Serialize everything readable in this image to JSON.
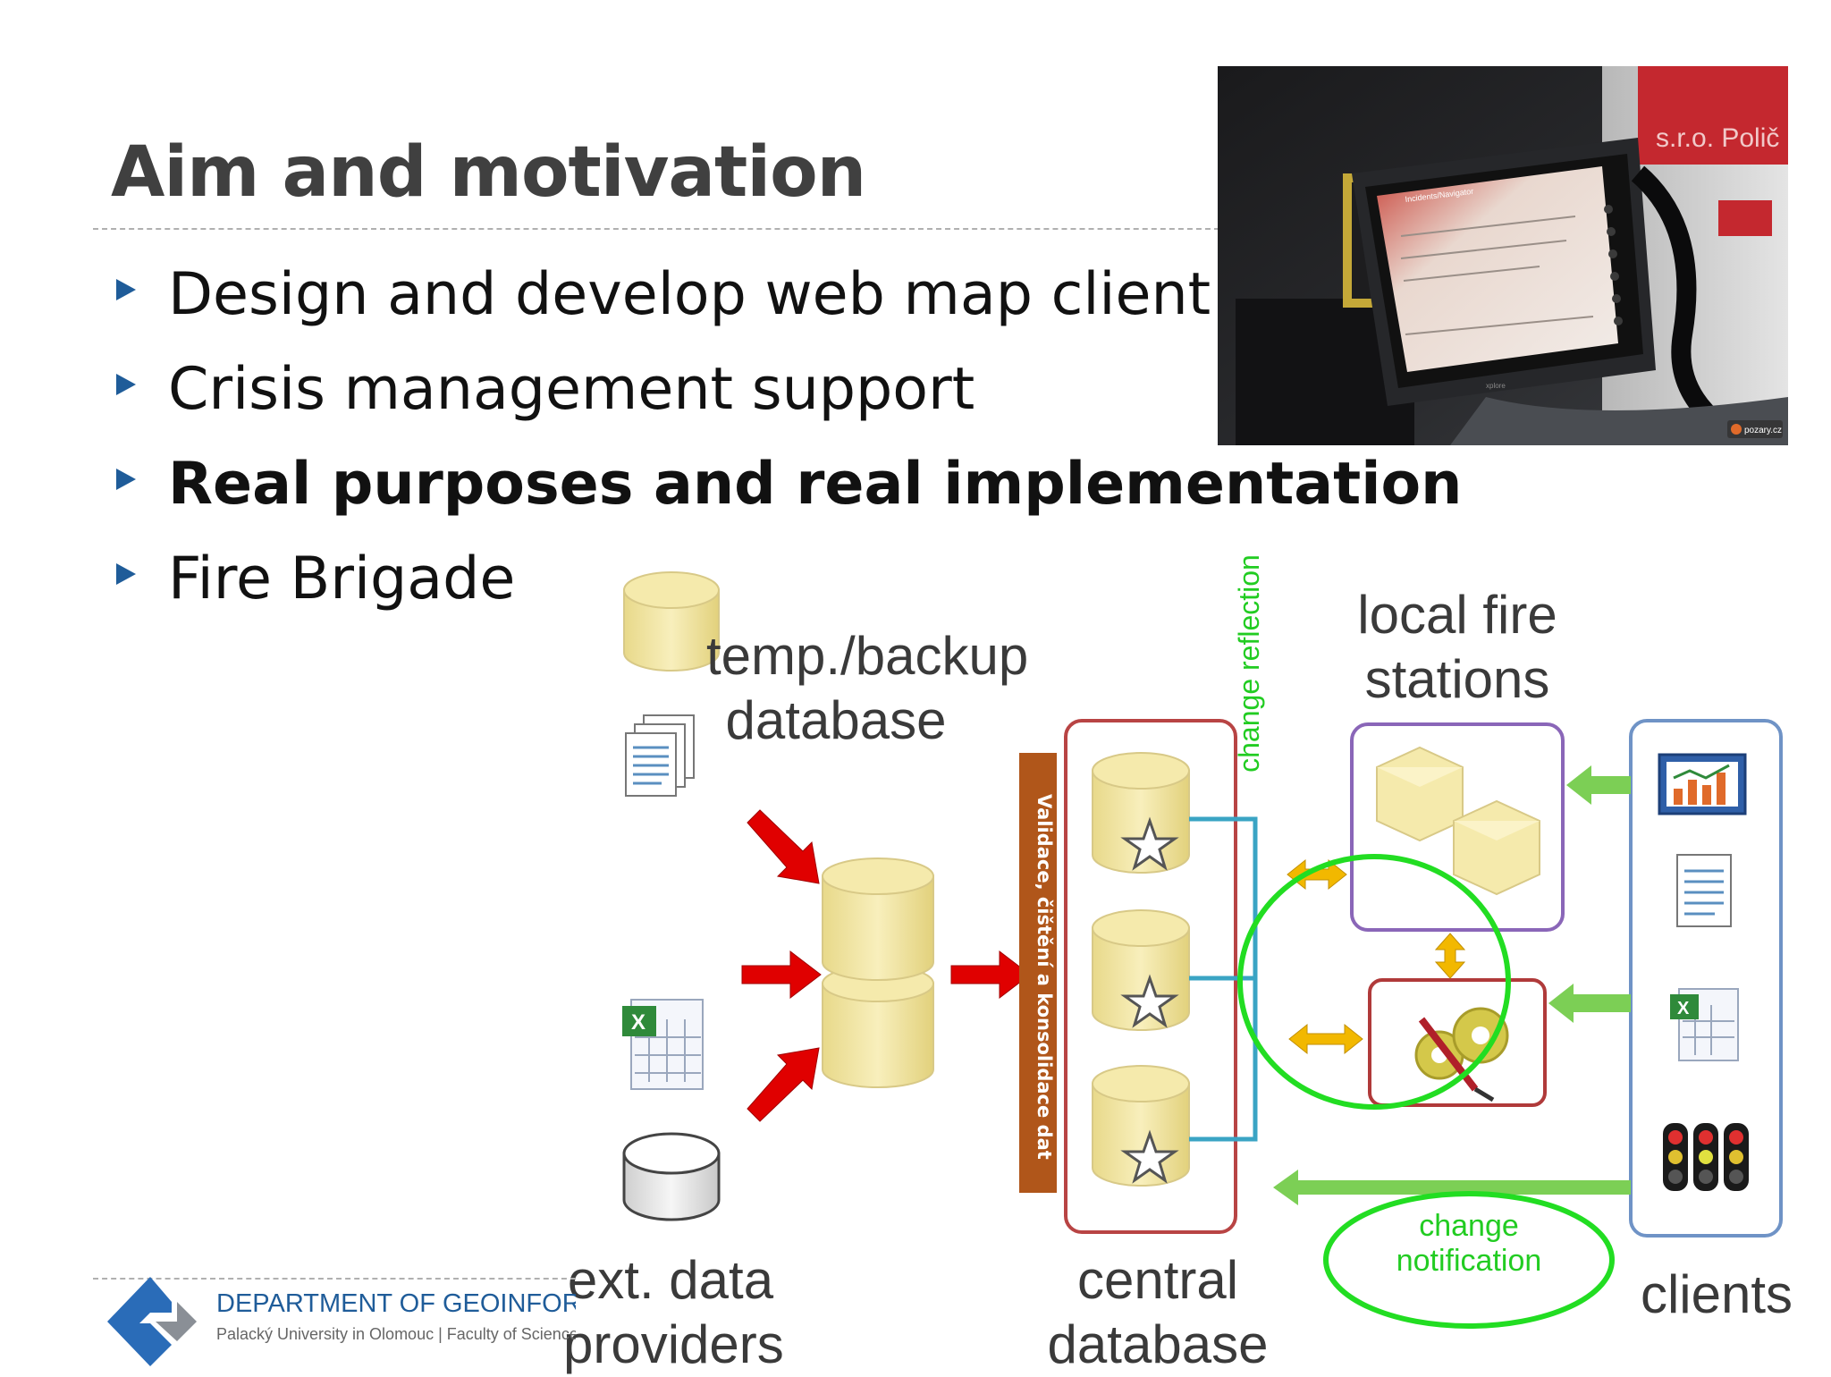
{
  "slide": {
    "title": "Aim and motivation",
    "bullets": [
      {
        "text": "Design and develop web map client",
        "bold": false
      },
      {
        "text": "Crisis management support",
        "bold": false
      },
      {
        "text": "Real purposes and real implementation",
        "bold": true
      },
      {
        "text": "Fire Brigade",
        "bold": false
      }
    ]
  },
  "photo": {
    "screen_title": "Incidents/Navigator",
    "watermark": "pozary.cz",
    "device_brand": "xplore",
    "background_sign": "s.r.o. Polič"
  },
  "diagram": {
    "labels": {
      "temp_backup": "temp./backup",
      "temp_backup_2": "database",
      "local_fire": "local fire",
      "local_fire_2": "stations",
      "change_reflection": "change reflection",
      "validation_bar": "Validace, čištění a konsolidace dat",
      "ext_data": "ext. data",
      "ext_data_2": "providers",
      "central": "central",
      "central_2": "database",
      "change_notification": "change",
      "change_notification_2": "notification",
      "clients": "clients"
    },
    "colors": {
      "cylinder_fill": "#f3e7a6",
      "red_arrow": "#e00000",
      "green_accent": "#22dd22",
      "brown_bar": "#b0561a",
      "frame_red": "#b84444",
      "frame_purple": "#8a66b8",
      "frame_blue": "#6f93c6"
    }
  },
  "footer": {
    "department": "DEPARTMENT OF GEOINFORMATI",
    "university": "Palacký University in Olomouc | Faculty of Science"
  }
}
